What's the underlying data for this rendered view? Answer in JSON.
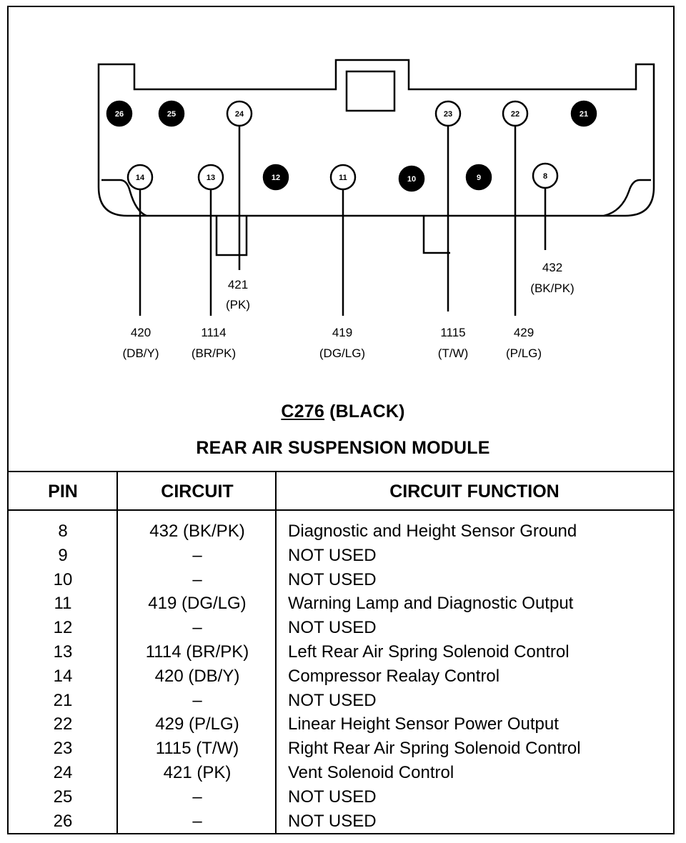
{
  "diagram": {
    "connector_id": "C276",
    "connector_color": "(BLACK)",
    "module_name": "REAR AIR SUSPENSION MODULE",
    "pins_top_row": [
      {
        "pin": "26",
        "filled": true
      },
      {
        "pin": "25",
        "filled": true
      },
      {
        "pin": "24",
        "filled": false
      },
      {
        "pin": "23",
        "filled": false
      },
      {
        "pin": "22",
        "filled": false
      },
      {
        "pin": "21",
        "filled": true
      }
    ],
    "pins_bottom_row": [
      {
        "pin": "14",
        "filled": false
      },
      {
        "pin": "13",
        "filled": false
      },
      {
        "pin": "12",
        "filled": true
      },
      {
        "pin": "11",
        "filled": false
      },
      {
        "pin": "10",
        "filled": true
      },
      {
        "pin": "9",
        "filled": true
      },
      {
        "pin": "8",
        "filled": false
      }
    ],
    "wire_labels": [
      {
        "pin": "24",
        "circuit": "421",
        "color": "(PK)"
      },
      {
        "pin": "8",
        "circuit": "432",
        "color": "(BK/PK)"
      },
      {
        "pin": "14",
        "circuit": "420",
        "color": "(DB/Y)"
      },
      {
        "pin": "13",
        "circuit": "1114",
        "color": "(BR/PK)"
      },
      {
        "pin": "11",
        "circuit": "419",
        "color": "(DG/LG)"
      },
      {
        "pin": "23",
        "circuit": "1115",
        "color": "(T/W)"
      },
      {
        "pin": "22",
        "circuit": "429",
        "color": "(P/LG)"
      }
    ]
  },
  "table": {
    "headers": {
      "pin": "PIN",
      "circuit": "CIRCUIT",
      "function": "CIRCUIT FUNCTION"
    },
    "rows": [
      {
        "pin": "8",
        "circuit": "432 (BK/PK)",
        "function": "Diagnostic and Height Sensor Ground"
      },
      {
        "pin": "9",
        "circuit": "–",
        "function": "NOT USED"
      },
      {
        "pin": "10",
        "circuit": "–",
        "function": "NOT USED"
      },
      {
        "pin": "11",
        "circuit": "419 (DG/LG)",
        "function": "Warning Lamp and Diagnostic Output"
      },
      {
        "pin": "12",
        "circuit": "–",
        "function": "NOT USED"
      },
      {
        "pin": "13",
        "circuit": "1114 (BR/PK)",
        "function": "Left Rear Air Spring Solenoid Control"
      },
      {
        "pin": "14",
        "circuit": "420 (DB/Y)",
        "function": "Compressor Realay Control"
      },
      {
        "pin": "21",
        "circuit": "–",
        "function": "NOT USED"
      },
      {
        "pin": "22",
        "circuit": "429 (P/LG)",
        "function": "Linear Height Sensor Power Output"
      },
      {
        "pin": "23",
        "circuit": "1115 (T/W)",
        "function": "Right Rear Air Spring Solenoid Control"
      },
      {
        "pin": "24",
        "circuit": "421 (PK)",
        "function": "Vent Solenoid Control"
      },
      {
        "pin": "25",
        "circuit": "–",
        "function": "NOT USED"
      },
      {
        "pin": "26",
        "circuit": "–",
        "function": "NOT USED"
      }
    ]
  }
}
